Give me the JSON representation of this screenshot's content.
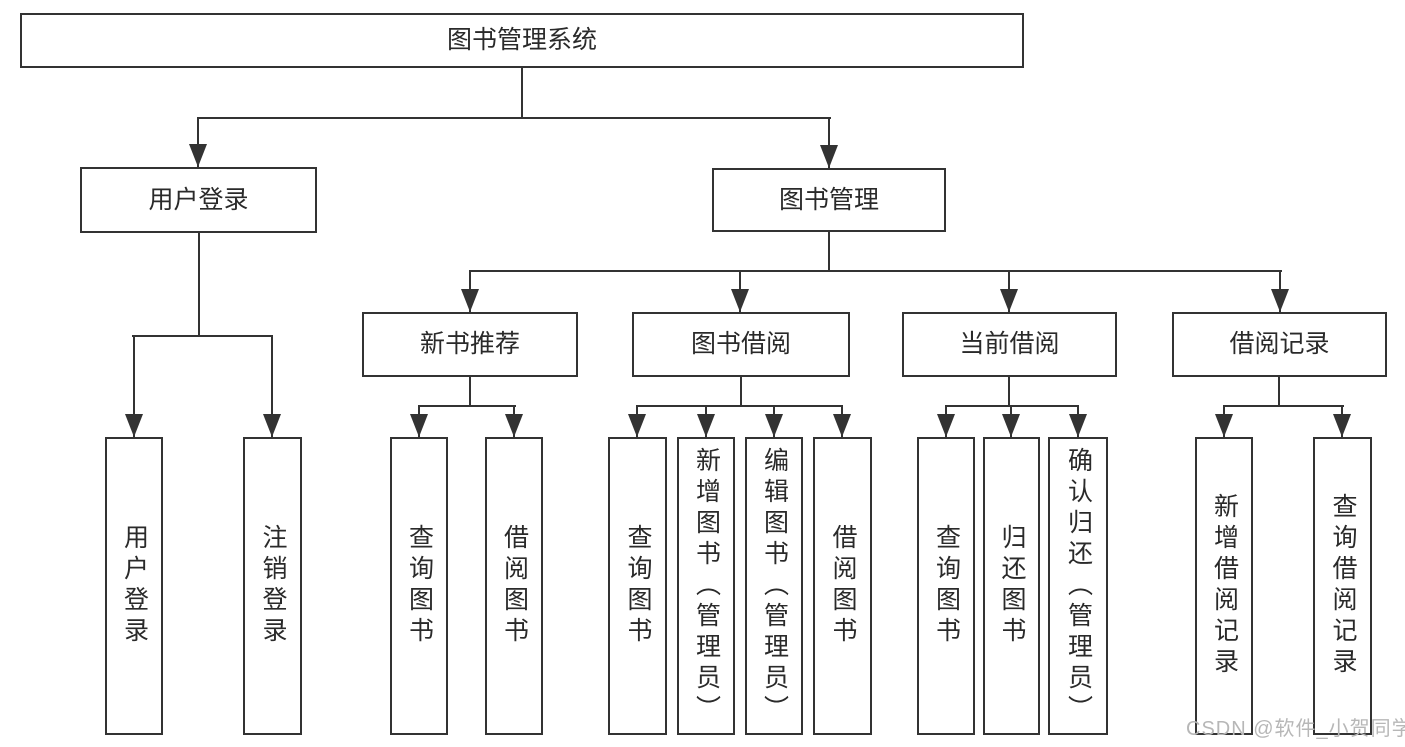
{
  "diagram": {
    "root": {
      "label": "图书管理系统"
    },
    "level2": {
      "user_login": {
        "label": "用户登录"
      },
      "book_management": {
        "label": "图书管理"
      }
    },
    "level3": {
      "new_book_recommendation": {
        "label": "新书推荐"
      },
      "book_borrowing": {
        "label": "图书借阅"
      },
      "current_borrowing": {
        "label": "当前借阅"
      },
      "borrowing_records": {
        "label": "借阅记录"
      }
    },
    "leaves": {
      "user_login": [
        {
          "label": "用户登录"
        },
        {
          "label": "注销登录"
        }
      ],
      "new_book_recommendation": [
        {
          "label": "查询图书"
        },
        {
          "label": "借阅图书"
        }
      ],
      "book_borrowing": [
        {
          "label": "查询图书"
        },
        {
          "label": "新增图书（管理员）"
        },
        {
          "label": "编辑图书（管理员）"
        },
        {
          "label": "借阅图书"
        }
      ],
      "current_borrowing": [
        {
          "label": "查询图书"
        },
        {
          "label": "归还图书"
        },
        {
          "label": "确认归还（管理员）"
        }
      ],
      "borrowing_records": [
        {
          "label": "新增借阅记录"
        },
        {
          "label": "查询借阅记录"
        }
      ]
    },
    "watermark": "CSDN @软件_小贺同学",
    "colors": {
      "line": "#333333",
      "text": "#2a2a2a",
      "watermark": "#b7b7b7",
      "background": "#ffffff"
    }
  }
}
